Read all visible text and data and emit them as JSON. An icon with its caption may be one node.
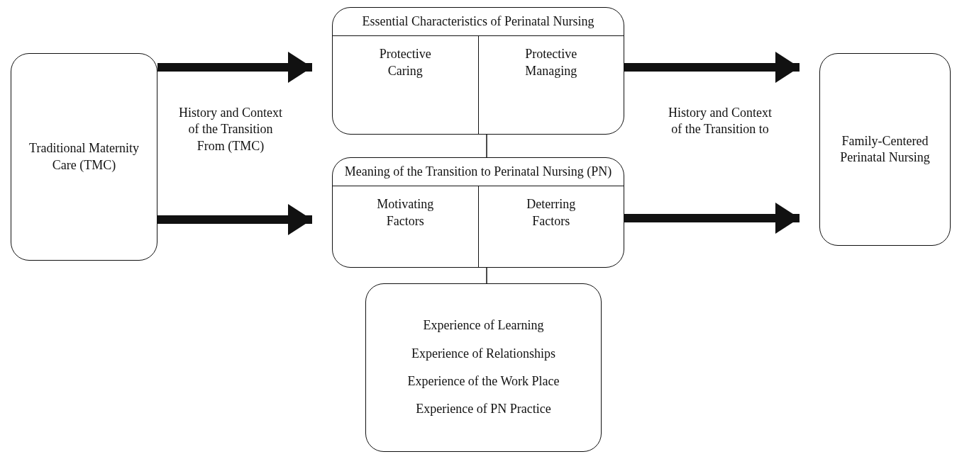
{
  "diagram": {
    "nodes": [
      {
        "text": [
          "Traditional Maternity Care (TMC)"
        ]
      },
      {
        "text": [
          "Essential Characteristics of Perinatal Nursing"
        ]
      },
      {
        "text": [
          "Protective Caring"
        ],
        "in": 1
      },
      {
        "text": [
          "Protective Managing"
        ],
        "in": 1
      },
      {
        "text": [
          "Meaning of the Transition to Perinatal Nursing (PN)"
        ]
      },
      {
        "text": [
          "Motivating Factors"
        ],
        "in": 4
      },
      {
        "text": [
          "Deterring Factors"
        ],
        "in": 4
      },
      {
        "text": [
          "Experience of Learning",
          "Experience of Relationships",
          "Experience of the Work Place",
          "Experience of PN Practice"
        ]
      },
      {
        "text": [
          "Family-Centered Perinatal Nursing"
        ]
      }
    ],
    "edges": [
      {
        "from": 0,
        "to": 1,
        "arrow": "to"
      },
      {
        "from": 0,
        "to": 4,
        "arrow": "to"
      },
      {
        "from": 1,
        "to": 8,
        "arrow": "to"
      },
      {
        "from": 4,
        "to": 8,
        "arrow": "to"
      },
      {
        "from": 1,
        "to": 4,
        "arrow": "none"
      },
      {
        "from": 4,
        "to": 7,
        "arrow": "none"
      }
    ],
    "labels": [
      "History and Context of the Transition From (TMC)",
      "History and Context of the Transition to"
    ]
  }
}
